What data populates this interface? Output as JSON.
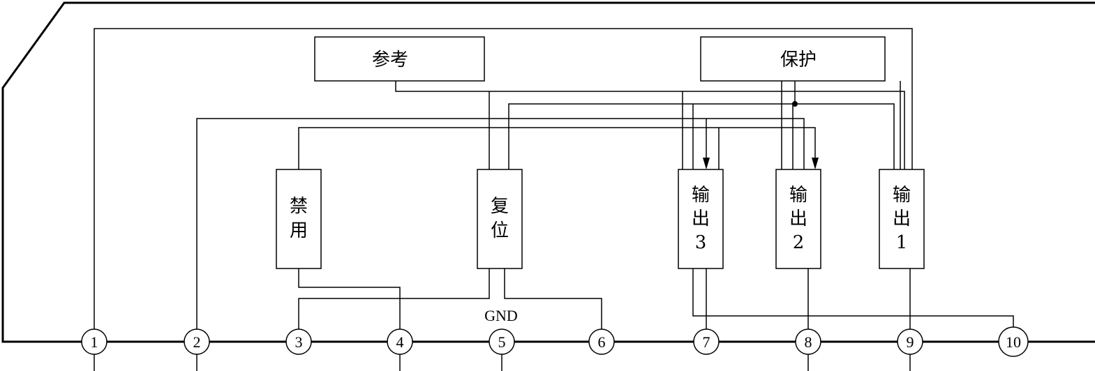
{
  "blocks": {
    "reference": "参考",
    "protect": "保护",
    "disable": [
      "禁",
      "用"
    ],
    "reset": [
      "复",
      "位"
    ],
    "output3": [
      "输",
      "出",
      "3"
    ],
    "output2": [
      "输",
      "出",
      "2"
    ],
    "output1": [
      "输",
      "出",
      "1"
    ]
  },
  "pins": [
    "1",
    "2",
    "3",
    "4",
    "5",
    "6",
    "7",
    "8",
    "9",
    "10"
  ],
  "gnd_label": "GND"
}
